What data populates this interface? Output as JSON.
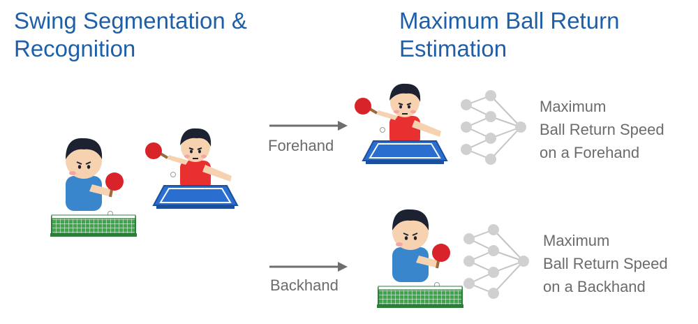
{
  "headings": {
    "left": [
      "Swing Segmentation &",
      "Recognition"
    ],
    "right": [
      "Maximum Ball Return",
      "Estimation"
    ]
  },
  "branches": {
    "forehand": {
      "label": "Forehand",
      "output": [
        "Maximum",
        "Ball Return Speed",
        "on a Forehand"
      ]
    },
    "backhand": {
      "label": "Backhand",
      "output": [
        "Maximum",
        "Ball Return Speed",
        "on a Backhand"
      ]
    }
  },
  "colors": {
    "heading": "#1f5fa8",
    "text": "#6b6b6b",
    "arrow": "#6e6e6e",
    "node": "#d0d0d0",
    "edge": "#c4c4c4",
    "table": "#2a6fcf",
    "net": "#3aa84a",
    "paddle": "#d8232a",
    "shirt_red": "#e83030",
    "shirt_blue": "#3a86cc",
    "skin": "#f7d2b0",
    "hair": "#1d2233"
  },
  "icons": [
    "player-blue-net-icon",
    "player-red-table-icon",
    "arrow-right-icon",
    "neural-network-icon"
  ]
}
